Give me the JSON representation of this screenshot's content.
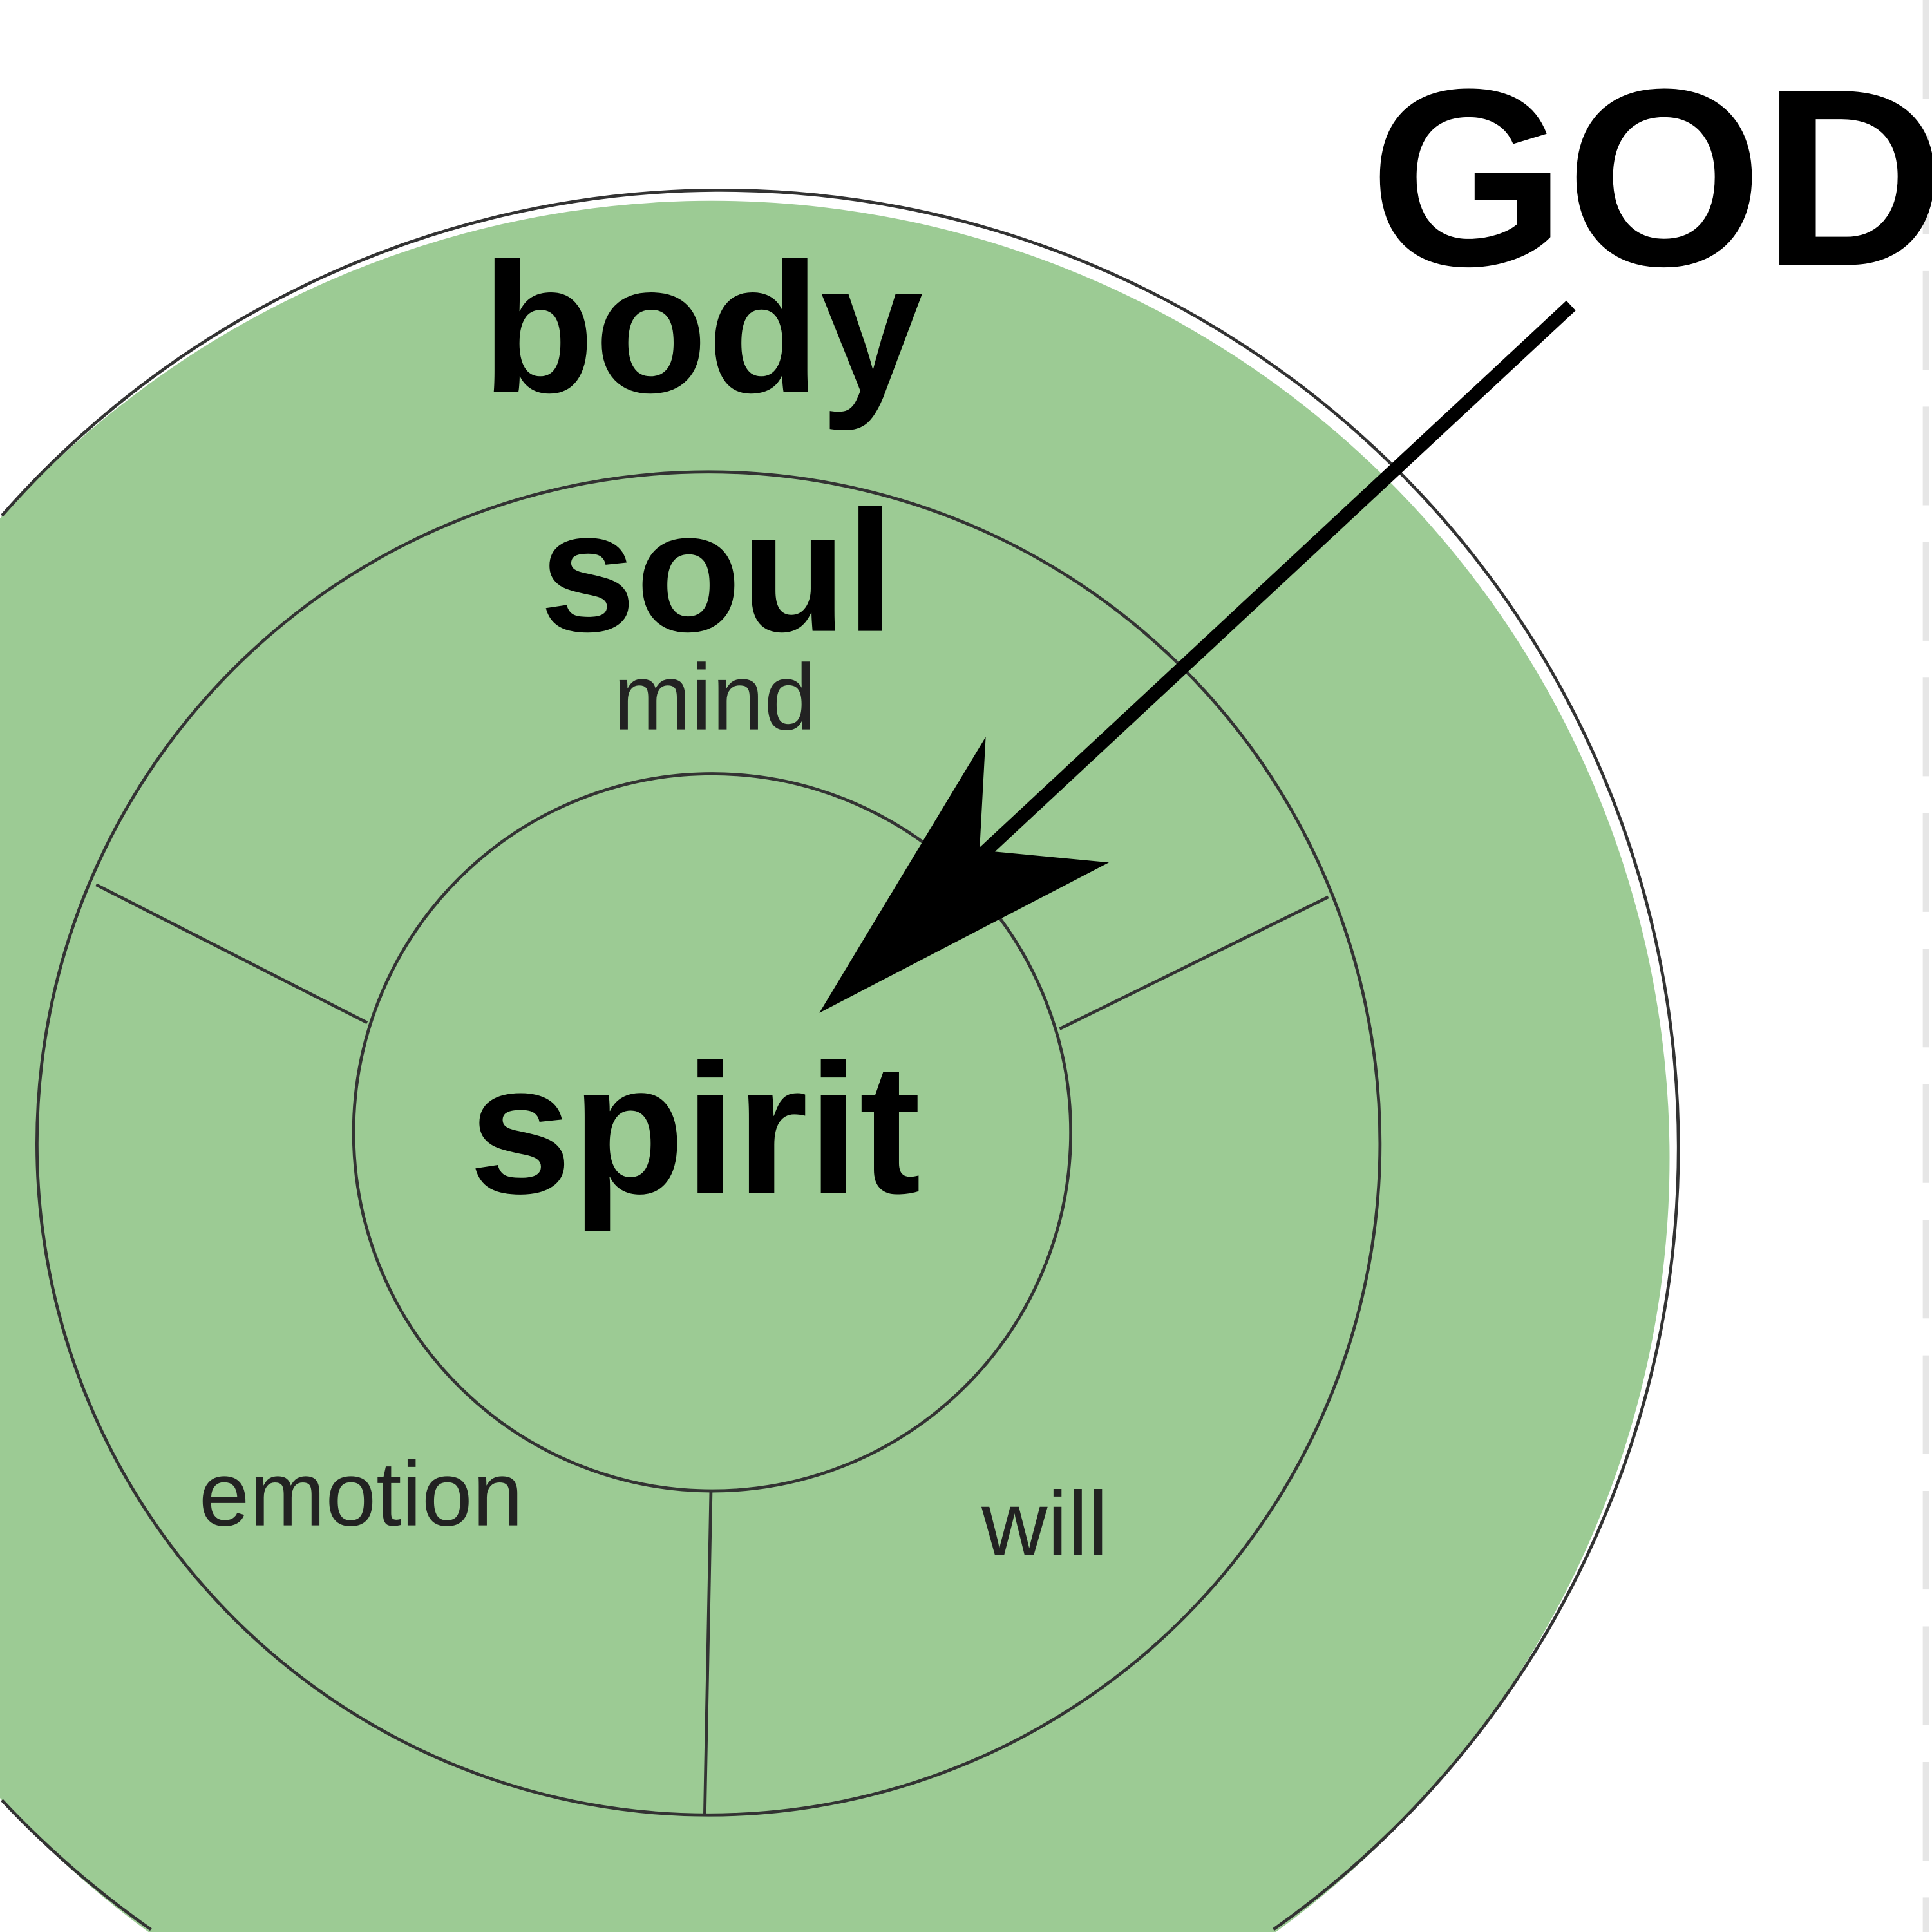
{
  "labels": {
    "god": "GOD",
    "body": "body",
    "soul": "soul",
    "mind": "mind",
    "spirit": "spirit",
    "emotion": "emotion",
    "will": "will"
  },
  "colors": {
    "fill": "#9ccb94",
    "stroke": "#333333",
    "arrow": "#000000"
  }
}
